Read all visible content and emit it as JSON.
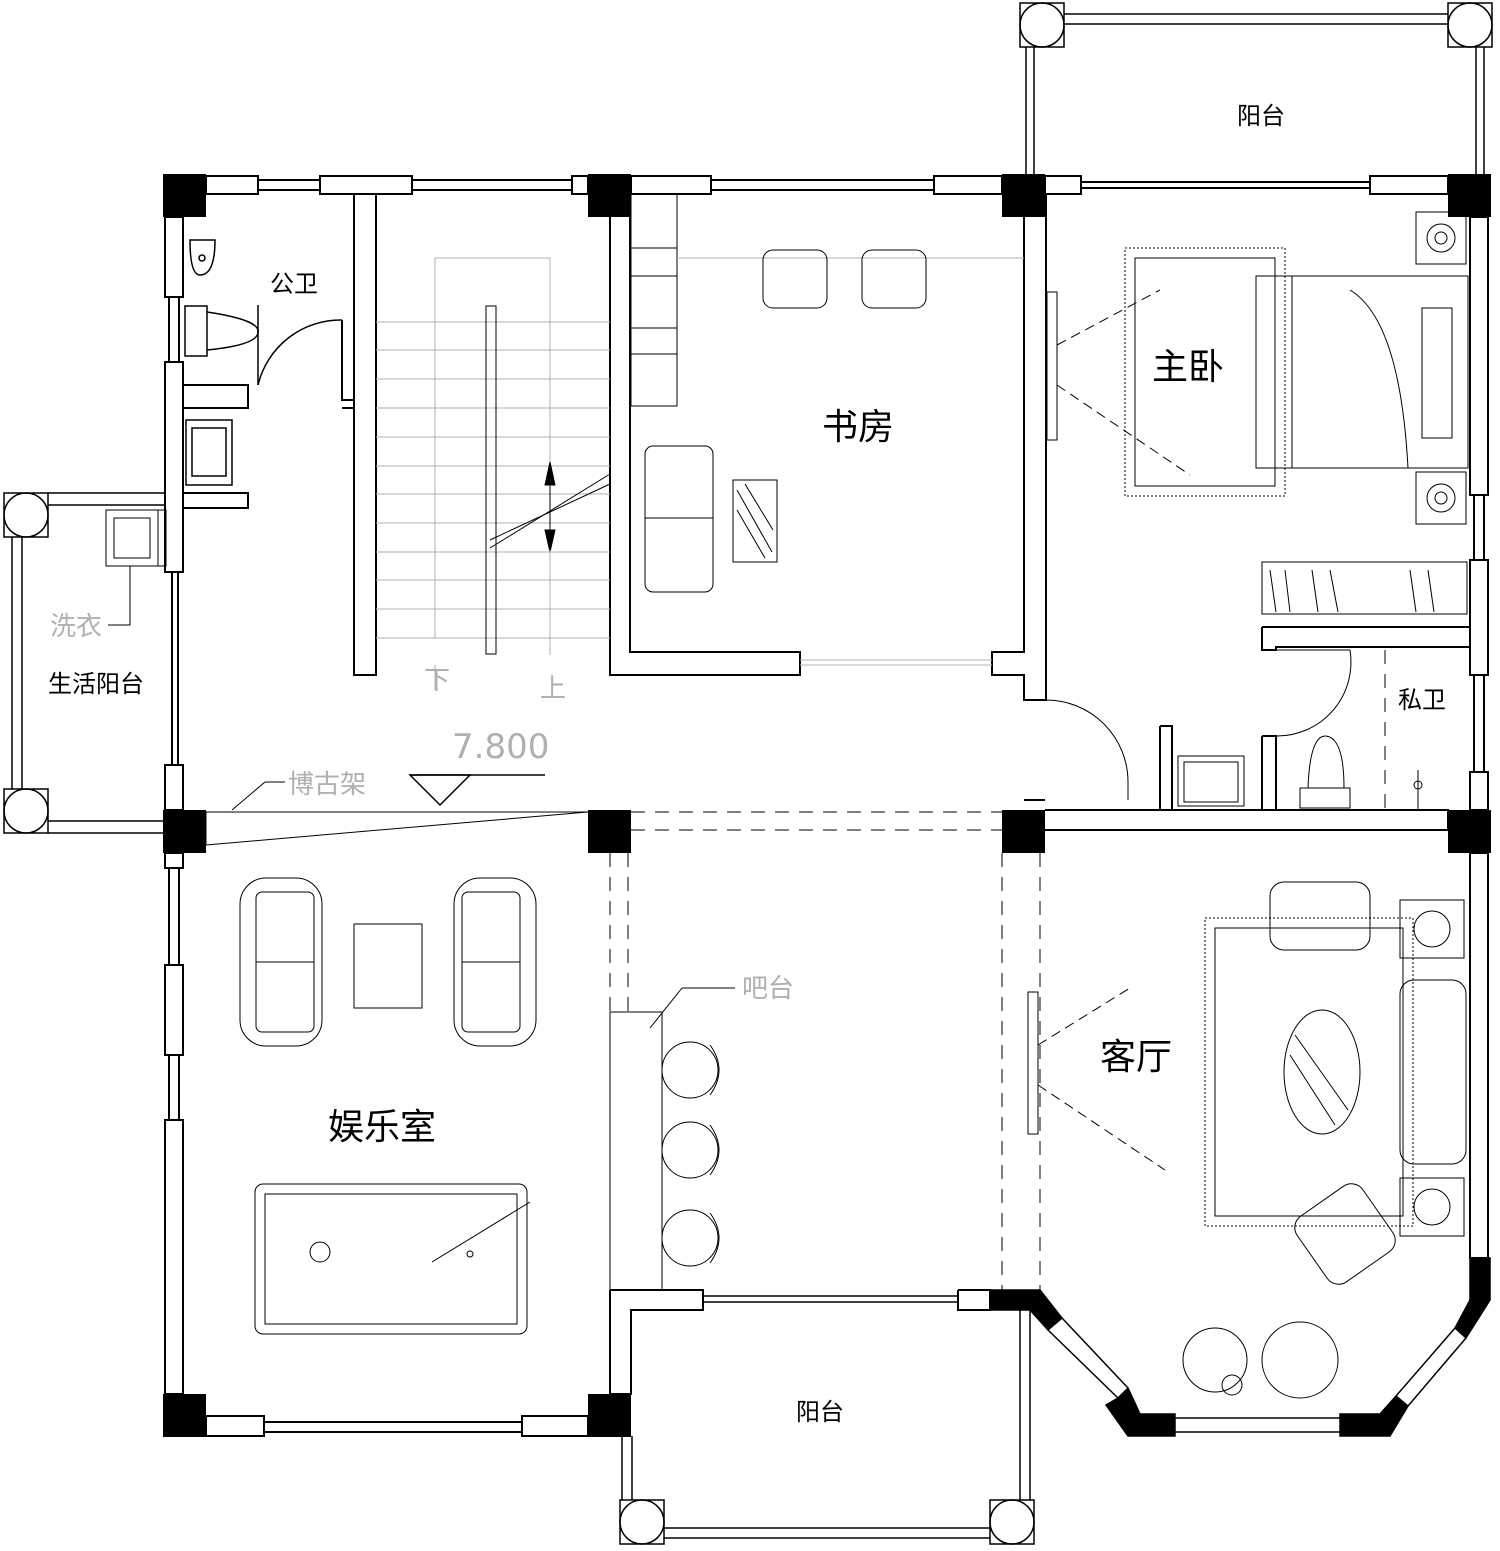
{
  "plan": {
    "rooms": {
      "balcony_top": "阳台",
      "public_wc": "公卫",
      "study": "书房",
      "master_bedroom": "主卧",
      "private_wc": "私卫",
      "laundry_balcony": "生活阳台",
      "entertainment_room": "娱乐室",
      "living_room": "客厅",
      "balcony_bottom": "阳台"
    },
    "annotations": {
      "laundry": "洗衣",
      "display_shelf": "博古架",
      "bar_counter": "吧台",
      "stair_down": "下",
      "stair_up": "上",
      "elevation": "7.800"
    },
    "colors": {
      "wall": "#000000",
      "line": "#000000",
      "light_line": "#b0b0b0",
      "background": "#ffffff"
    }
  }
}
